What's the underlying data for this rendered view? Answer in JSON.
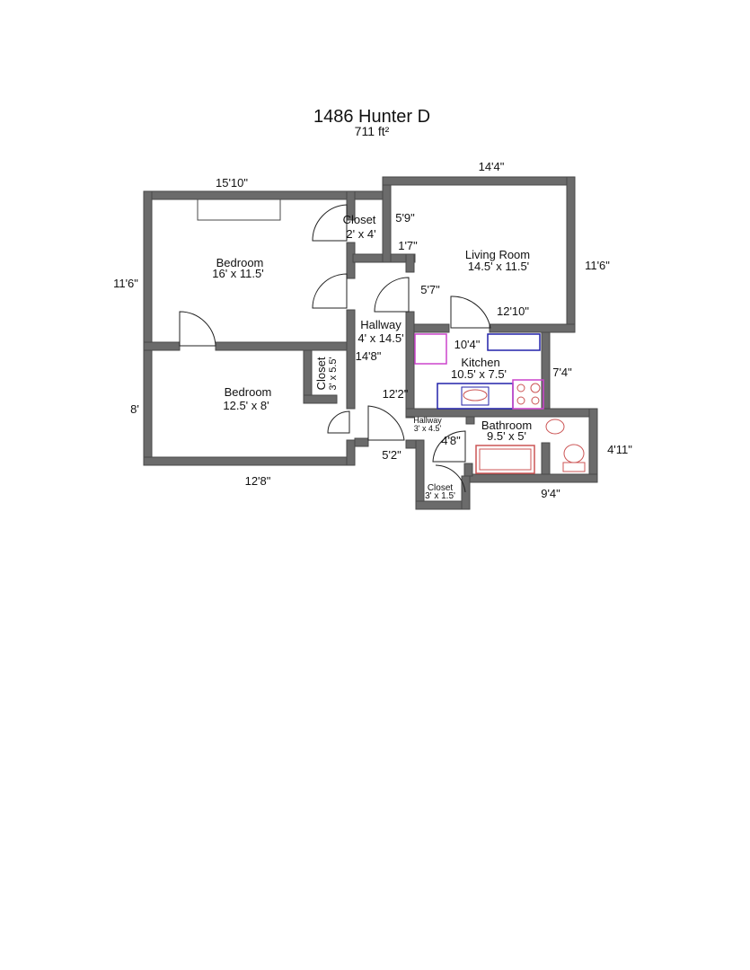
{
  "title": "1486 Hunter D",
  "area": "711 ft²",
  "rooms": [
    {
      "name": "Bedroom",
      "size": "16' x 11.5'"
    },
    {
      "name": "Bedroom",
      "size": "12.5' x 8'"
    },
    {
      "name": "Closet",
      "size": "2' x 4'"
    },
    {
      "name": "Closet",
      "size": "3' x 5.5'"
    },
    {
      "name": "Hallway",
      "size": "4' x 14.5'"
    },
    {
      "name": "Living Room",
      "size": "14.5' x 11.5'"
    },
    {
      "name": "Kitchen",
      "size": "10.5' x 7.5'"
    },
    {
      "name": "Hallway",
      "size": "3' x 4.5'"
    },
    {
      "name": "Bathroom",
      "size": "9.5' x 5'"
    },
    {
      "name": "Closet",
      "size": "3' x 1.5'"
    }
  ],
  "dimensions": [
    "15'10\"",
    "11'6\"",
    "8'",
    "12'8\"",
    "14'4\"",
    "5'9\"",
    "1'7\"",
    "5'7\"",
    "11'6\"",
    "12'10\"",
    "10'4\"",
    "14'8\"",
    "7'4\"",
    "12'2\"",
    "4'8\"",
    "5'2\"",
    "4'11\"",
    "9'4\""
  ],
  "colors": {
    "wall": "#6b6b6b",
    "appliance": "#cc44cc",
    "counter": "#2222aa",
    "fixture": "#cc5555"
  }
}
